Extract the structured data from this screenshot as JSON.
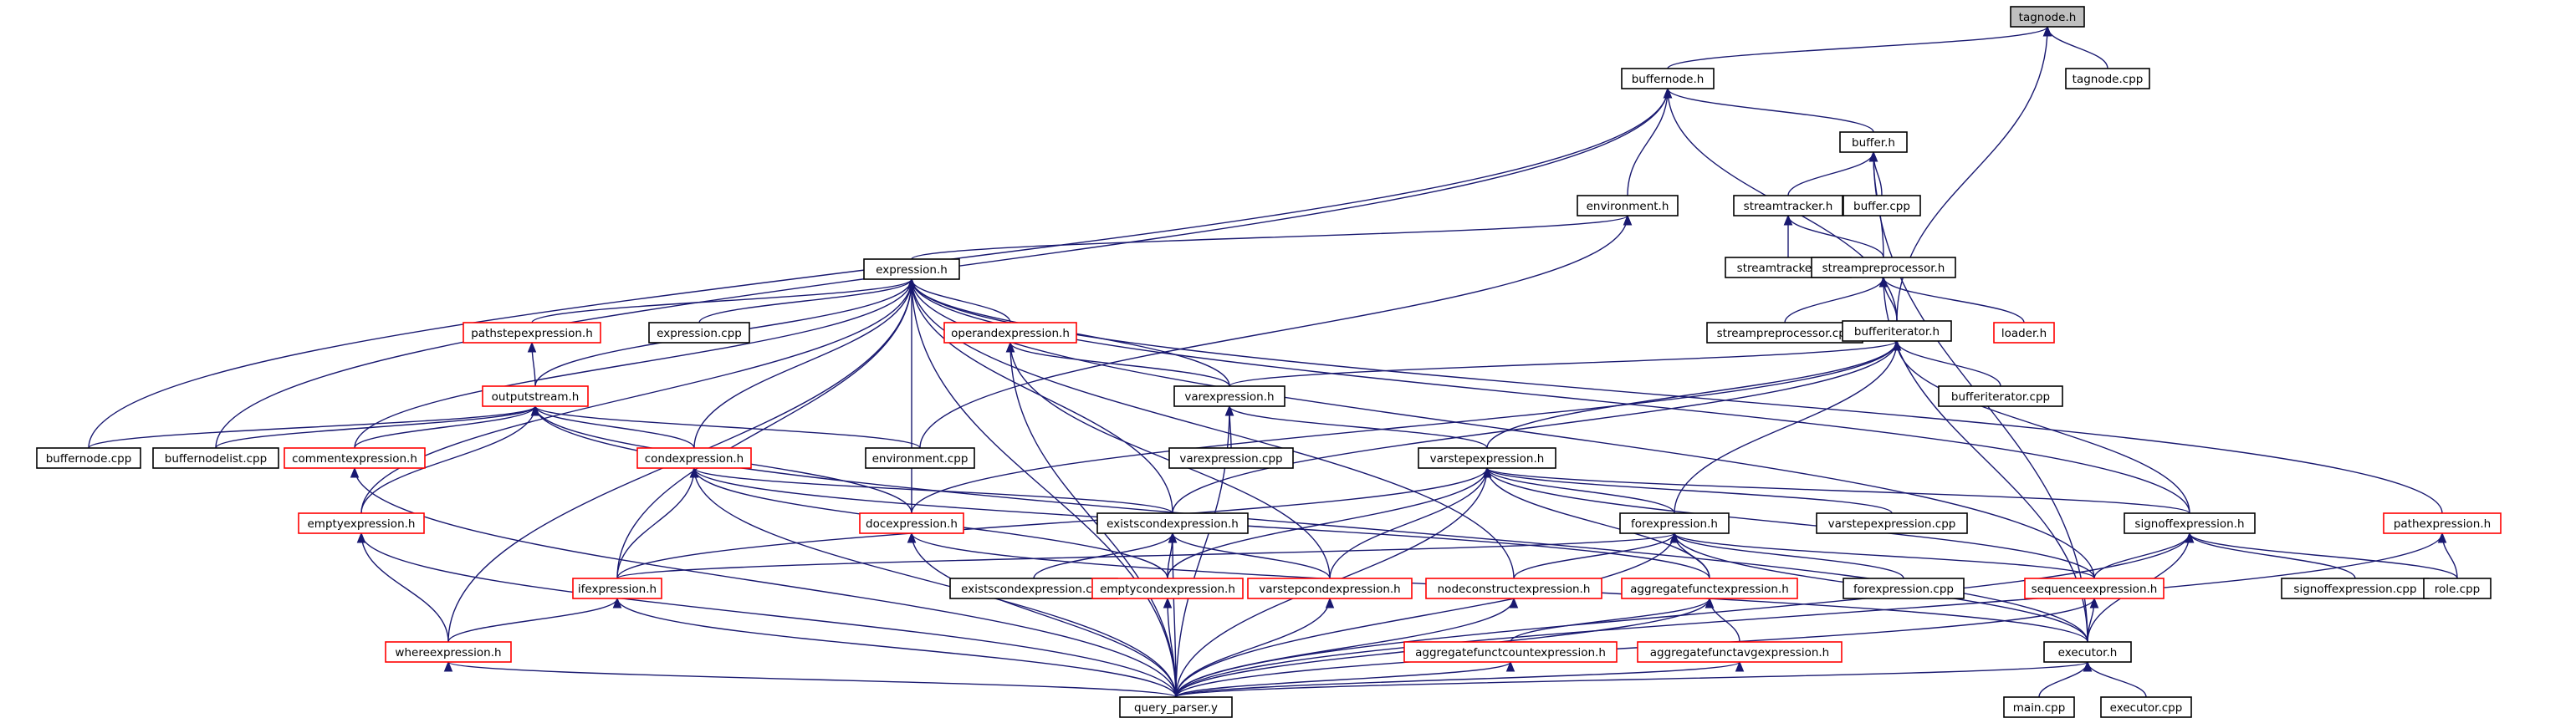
{
  "diagram": {
    "colors": {
      "edge": "#191970",
      "node_border_normal": "#000000",
      "node_border_truncated": "#ff0000",
      "root_fill": "#bfbfbf"
    },
    "nodes": [
      {
        "id": "tagnode_h",
        "label": "tagnode.h",
        "style": "root"
      },
      {
        "id": "tagnode_cpp",
        "label": "tagnode.cpp",
        "style": "black"
      },
      {
        "id": "buffernode_h",
        "label": "buffernode.h",
        "style": "black"
      },
      {
        "id": "buffer_h",
        "label": "buffer.h",
        "style": "black"
      },
      {
        "id": "environment_h",
        "label": "environment.h",
        "style": "black"
      },
      {
        "id": "streamtracker_h",
        "label": "streamtracker.h",
        "style": "black"
      },
      {
        "id": "buffer_cpp",
        "label": "buffer.cpp",
        "style": "black"
      },
      {
        "id": "streamtracker_cpp",
        "label": "streamtracker.cpp",
        "style": "black"
      },
      {
        "id": "expression_h",
        "label": "expression.h",
        "style": "black"
      },
      {
        "id": "streampreprocessor_h",
        "label": "streampreprocessor.h",
        "style": "black"
      },
      {
        "id": "pathstepexpression_h",
        "label": "pathstepexpression.h",
        "style": "red"
      },
      {
        "id": "expression_cpp",
        "label": "expression.cpp",
        "style": "black"
      },
      {
        "id": "operandexpression_h",
        "label": "operandexpression.h",
        "style": "red"
      },
      {
        "id": "streampreprocessor_cpp",
        "label": "streampreprocessor.cpp",
        "style": "black"
      },
      {
        "id": "bufferiterator_h",
        "label": "bufferiterator.h",
        "style": "black"
      },
      {
        "id": "loader_h",
        "label": "loader.h",
        "style": "red"
      },
      {
        "id": "outputstream_h",
        "label": "outputstream.h",
        "style": "red"
      },
      {
        "id": "varexpression_h",
        "label": "varexpression.h",
        "style": "black"
      },
      {
        "id": "bufferiterator_cpp",
        "label": "bufferiterator.cpp",
        "style": "black"
      },
      {
        "id": "buffernode_cpp",
        "label": "buffernode.cpp",
        "style": "black"
      },
      {
        "id": "buffernodelist_cpp",
        "label": "buffernodelist.cpp",
        "style": "black"
      },
      {
        "id": "commentexpression_h",
        "label": "commentexpression.h",
        "style": "red"
      },
      {
        "id": "condexpression_h",
        "label": "condexpression.h",
        "style": "red"
      },
      {
        "id": "environment_cpp",
        "label": "environment.cpp",
        "style": "black"
      },
      {
        "id": "varexpression_cpp",
        "label": "varexpression.cpp",
        "style": "black"
      },
      {
        "id": "varstepexpression_h",
        "label": "varstepexpression.h",
        "style": "black"
      },
      {
        "id": "emptyexpression_h",
        "label": "emptyexpression.h",
        "style": "red"
      },
      {
        "id": "docexpression_h",
        "label": "docexpression.h",
        "style": "red"
      },
      {
        "id": "existscondexpression_h",
        "label": "existscondexpression.h",
        "style": "black"
      },
      {
        "id": "forexpression_h",
        "label": "forexpression.h",
        "style": "black"
      },
      {
        "id": "varstepexpression_cpp",
        "label": "varstepexpression.cpp",
        "style": "black"
      },
      {
        "id": "signoffexpression_h",
        "label": "signoffexpression.h",
        "style": "black"
      },
      {
        "id": "pathexpression_h",
        "label": "pathexpression.h",
        "style": "red"
      },
      {
        "id": "ifexpression_h",
        "label": "ifexpression.h",
        "style": "red"
      },
      {
        "id": "existscondexpression_cpp",
        "label": "existscondexpression.cpp",
        "style": "black"
      },
      {
        "id": "emptycondexpression_h",
        "label": "emptycondexpression.h",
        "style": "red"
      },
      {
        "id": "varstepcondexpression_h",
        "label": "varstepcondexpression.h",
        "style": "red"
      },
      {
        "id": "nodeconstructexpression_h",
        "label": "nodeconstructexpression.h",
        "style": "red"
      },
      {
        "id": "aggregatefunctexpression_h",
        "label": "aggregatefunctexpression.h",
        "style": "red"
      },
      {
        "id": "forexpression_cpp",
        "label": "forexpression.cpp",
        "style": "black"
      },
      {
        "id": "sequenceexpression_h",
        "label": "sequenceexpression.h",
        "style": "red"
      },
      {
        "id": "signoffexpression_cpp",
        "label": "signoffexpression.cpp",
        "style": "black"
      },
      {
        "id": "role_cpp",
        "label": "role.cpp",
        "style": "black"
      },
      {
        "id": "whereexpression_h",
        "label": "whereexpression.h",
        "style": "red"
      },
      {
        "id": "aggregatefunctcountexpression_h",
        "label": "aggregatefunctcountexpression.h",
        "style": "red"
      },
      {
        "id": "aggregatefunctavgexpression_h",
        "label": "aggregatefunctavgexpression.h",
        "style": "red"
      },
      {
        "id": "executor_h",
        "label": "executor.h",
        "style": "black"
      },
      {
        "id": "query_parser_y",
        "label": "query_parser.y",
        "style": "black"
      },
      {
        "id": "main_cpp",
        "label": "main.cpp",
        "style": "black"
      },
      {
        "id": "executor_cpp",
        "label": "executor.cpp",
        "style": "black"
      }
    ],
    "edges": [
      {
        "from": "buffernode_h",
        "to": "tagnode_h"
      },
      {
        "from": "tagnode_cpp",
        "to": "tagnode_h"
      },
      {
        "from": "bufferiterator_h",
        "to": "tagnode_h"
      },
      {
        "from": "buffer_h",
        "to": "buffernode_h"
      },
      {
        "from": "environment_h",
        "to": "buffernode_h"
      },
      {
        "from": "bufferiterator_h",
        "to": "buffernode_h"
      },
      {
        "from": "buffernode_cpp",
        "to": "buffernode_h"
      },
      {
        "from": "buffernodelist_cpp",
        "to": "buffernode_h"
      },
      {
        "from": "streamtracker_h",
        "to": "buffer_h"
      },
      {
        "from": "buffer_cpp",
        "to": "buffer_h"
      },
      {
        "from": "streampreprocessor_h",
        "to": "buffer_h"
      },
      {
        "from": "executor_h",
        "to": "buffer_h"
      },
      {
        "from": "streamtracker_cpp",
        "to": "streamtracker_h"
      },
      {
        "from": "streampreprocessor_h",
        "to": "streamtracker_h"
      },
      {
        "from": "expression_h",
        "to": "environment_h"
      },
      {
        "from": "environment_cpp",
        "to": "environment_h"
      },
      {
        "from": "streampreprocessor_cpp",
        "to": "streampreprocessor_h"
      },
      {
        "from": "bufferiterator_h",
        "to": "streampreprocessor_h"
      },
      {
        "from": "loader_h",
        "to": "streampreprocessor_h"
      },
      {
        "from": "executor_h",
        "to": "streampreprocessor_h"
      },
      {
        "from": "bufferiterator_cpp",
        "to": "bufferiterator_h"
      },
      {
        "from": "varexpression_h",
        "to": "bufferiterator_h"
      },
      {
        "from": "varstepexpression_h",
        "to": "bufferiterator_h"
      },
      {
        "from": "forexpression_h",
        "to": "bufferiterator_h"
      },
      {
        "from": "signoffexpression_h",
        "to": "bufferiterator_h"
      },
      {
        "from": "existscondexpression_h",
        "to": "bufferiterator_h"
      },
      {
        "from": "docexpression_h",
        "to": "bufferiterator_h"
      },
      {
        "from": "pathstepexpression_h",
        "to": "expression_h"
      },
      {
        "from": "expression_cpp",
        "to": "expression_h"
      },
      {
        "from": "operandexpression_h",
        "to": "expression_h"
      },
      {
        "from": "outputstream_h",
        "to": "expression_h"
      },
      {
        "from": "commentexpression_h",
        "to": "expression_h"
      },
      {
        "from": "condexpression_h",
        "to": "expression_h"
      },
      {
        "from": "varexpression_h",
        "to": "expression_h"
      },
      {
        "from": "emptyexpression_h",
        "to": "expression_h"
      },
      {
        "from": "docexpression_h",
        "to": "expression_h"
      },
      {
        "from": "existscondexpression_h",
        "to": "expression_h"
      },
      {
        "from": "ifexpression_h",
        "to": "expression_h"
      },
      {
        "from": "whereexpression_h",
        "to": "expression_h"
      },
      {
        "from": "nodeconstructexpression_h",
        "to": "expression_h"
      },
      {
        "from": "signoffexpression_h",
        "to": "expression_h"
      },
      {
        "from": "sequenceexpression_h",
        "to": "expression_h"
      },
      {
        "from": "pathexpression_h",
        "to": "expression_h"
      },
      {
        "from": "query_parser_y",
        "to": "expression_h"
      },
      {
        "from": "outputstream_h",
        "to": "pathstepexpression_h"
      },
      {
        "from": "varexpression_h",
        "to": "operandexpression_h"
      },
      {
        "from": "varstepcondexpression_h",
        "to": "operandexpression_h"
      },
      {
        "from": "query_parser_y",
        "to": "operandexpression_h"
      },
      {
        "from": "buffernode_cpp",
        "to": "outputstream_h"
      },
      {
        "from": "buffernodelist_cpp",
        "to": "outputstream_h"
      },
      {
        "from": "commentexpression_h",
        "to": "outputstream_h"
      },
      {
        "from": "condexpression_h",
        "to": "outputstream_h"
      },
      {
        "from": "environment_cpp",
        "to": "outputstream_h"
      },
      {
        "from": "emptyexpression_h",
        "to": "outputstream_h"
      },
      {
        "from": "docexpression_h",
        "to": "outputstream_h"
      },
      {
        "from": "executor_h",
        "to": "outputstream_h"
      },
      {
        "from": "varexpression_cpp",
        "to": "varexpression_h"
      },
      {
        "from": "varstepexpression_h",
        "to": "varexpression_h"
      },
      {
        "from": "query_parser_y",
        "to": "varexpression_h"
      },
      {
        "from": "ifexpression_h",
        "to": "condexpression_h"
      },
      {
        "from": "existscondexpression_h",
        "to": "condexpression_h"
      },
      {
        "from": "emptycondexpression_h",
        "to": "condexpression_h"
      },
      {
        "from": "aggregatefunctexpression_h",
        "to": "condexpression_h"
      },
      {
        "from": "query_parser_y",
        "to": "condexpression_h"
      },
      {
        "from": "varstepexpression_cpp",
        "to": "varstepexpression_h"
      },
      {
        "from": "forexpression_h",
        "to": "varstepexpression_h"
      },
      {
        "from": "signoffexpression_h",
        "to": "varstepexpression_h"
      },
      {
        "from": "sequenceexpression_h",
        "to": "varstepexpression_h"
      },
      {
        "from": "emptycondexpression_h",
        "to": "varstepexpression_h"
      },
      {
        "from": "varstepcondexpression_h",
        "to": "varstepexpression_h"
      },
      {
        "from": "ifexpression_h",
        "to": "varstepexpression_h"
      },
      {
        "from": "aggregatefunctexpression_h",
        "to": "varstepexpression_h"
      },
      {
        "from": "query_parser_y",
        "to": "varstepexpression_h"
      },
      {
        "from": "existscondexpression_cpp",
        "to": "existscondexpression_h"
      },
      {
        "from": "emptycondexpression_h",
        "to": "existscondexpression_h"
      },
      {
        "from": "varstepcondexpression_h",
        "to": "existscondexpression_h"
      },
      {
        "from": "query_parser_y",
        "to": "existscondexpression_h"
      },
      {
        "from": "forexpression_cpp",
        "to": "forexpression_h"
      },
      {
        "from": "ifexpression_h",
        "to": "forexpression_h"
      },
      {
        "from": "nodeconstructexpression_h",
        "to": "forexpression_h"
      },
      {
        "from": "aggregatefunctexpression_h",
        "to": "forexpression_h"
      },
      {
        "from": "sequenceexpression_h",
        "to": "forexpression_h"
      },
      {
        "from": "executor_h",
        "to": "forexpression_h"
      },
      {
        "from": "query_parser_y",
        "to": "forexpression_h"
      },
      {
        "from": "signoffexpression_cpp",
        "to": "signoffexpression_h"
      },
      {
        "from": "role_cpp",
        "to": "signoffexpression_h"
      },
      {
        "from": "sequenceexpression_h",
        "to": "signoffexpression_h"
      },
      {
        "from": "executor_h",
        "to": "signoffexpression_h"
      },
      {
        "from": "query_parser_y",
        "to": "signoffexpression_h"
      },
      {
        "from": "role_cpp",
        "to": "pathexpression_h"
      },
      {
        "from": "query_parser_y",
        "to": "pathexpression_h"
      },
      {
        "from": "whereexpression_h",
        "to": "emptyexpression_h"
      },
      {
        "from": "query_parser_y",
        "to": "emptyexpression_h"
      },
      {
        "from": "whereexpression_h",
        "to": "ifexpression_h"
      },
      {
        "from": "query_parser_y",
        "to": "ifexpression_h"
      },
      {
        "from": "query_parser_y",
        "to": "docexpression_h"
      },
      {
        "from": "executor_h",
        "to": "docexpression_h"
      },
      {
        "from": "query_parser_y",
        "to": "emptycondexpression_h"
      },
      {
        "from": "query_parser_y",
        "to": "varstepcondexpression_h"
      },
      {
        "from": "query_parser_y",
        "to": "nodeconstructexpression_h"
      },
      {
        "from": "aggregatefunctcountexpression_h",
        "to": "aggregatefunctexpression_h"
      },
      {
        "from": "aggregatefunctavgexpression_h",
        "to": "aggregatefunctexpression_h"
      },
      {
        "from": "query_parser_y",
        "to": "aggregatefunctexpression_h"
      },
      {
        "from": "executor_h",
        "to": "sequenceexpression_h"
      },
      {
        "from": "query_parser_y",
        "to": "sequenceexpression_h"
      },
      {
        "from": "query_parser_y",
        "to": "whereexpression_h"
      },
      {
        "from": "query_parser_y",
        "to": "aggregatefunctcountexpression_h"
      },
      {
        "from": "query_parser_y",
        "to": "aggregatefunctavgexpression_h"
      },
      {
        "from": "query_parser_y",
        "to": "commentexpression_h"
      },
      {
        "from": "main_cpp",
        "to": "executor_h"
      },
      {
        "from": "executor_cpp",
        "to": "executor_h"
      },
      {
        "from": "query_parser_y",
        "to": "executor_h"
      }
    ]
  }
}
